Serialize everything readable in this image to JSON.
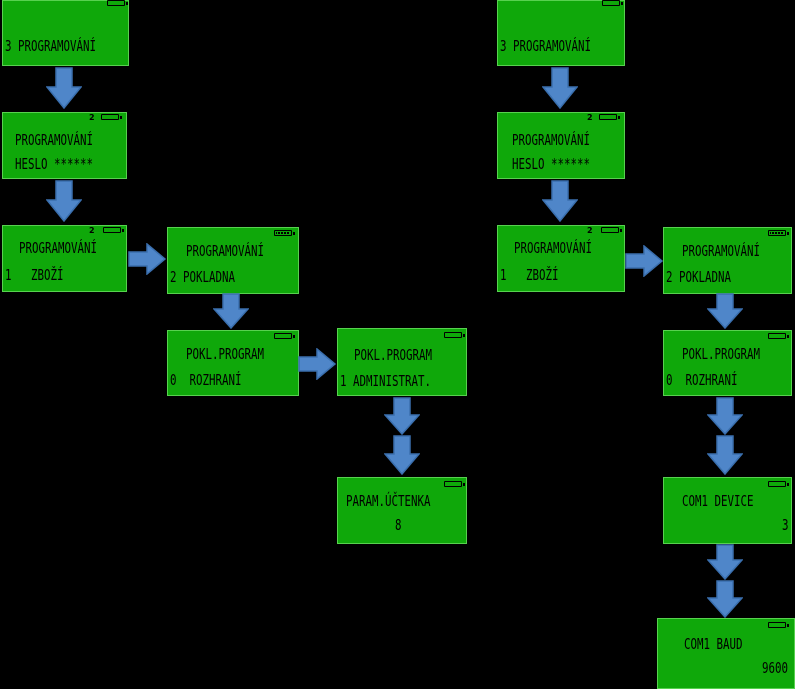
{
  "left": {
    "s1": {
      "l1": "",
      "l2": "3 PROGRAMOVÁNÍ"
    },
    "s2": {
      "l1": "PROGRAMOVÁNÍ",
      "l2": "HESLO ******"
    },
    "s3": {
      "l1": "PROGRAMOVÁNÍ",
      "l2": "1   ZBOŽÍ"
    },
    "s4": {
      "l1": "PROGRAMOVÁNÍ",
      "l2": "2 POKLADNA"
    },
    "s5": {
      "l1": "POKL.PROGRAM",
      "l2": "0  ROZHRANÍ"
    },
    "s6": {
      "l1": "POKL.PROGRAM",
      "l2": "1 ADMINISTRAT."
    },
    "s7": {
      "l1": "PARAM.ÚČTENKA",
      "l2": "8"
    }
  },
  "right": {
    "s1": {
      "l1": "",
      "l2": "3 PROGRAMOVÁNÍ"
    },
    "s2": {
      "l1": "PROGRAMOVÁNÍ",
      "l2": "HESLO ******"
    },
    "s3": {
      "l1": "PROGRAMOVÁNÍ",
      "l2": "1   ZBOŽÍ"
    },
    "s4": {
      "l1": "PROGRAMOVÁNÍ",
      "l2": "2 POKLADNA"
    },
    "s5": {
      "l1": "POKL.PROGRAM",
      "l2": "0  ROZHRANÍ"
    },
    "s6": {
      "l1": "COM1 DEVICE",
      "l2": "3"
    },
    "s7": {
      "l1": "COM1 BAUD",
      "l2": "9600"
    }
  },
  "colors": {
    "screen": "#0fa80a",
    "arrow": "#4f86c9",
    "background": "#000000"
  },
  "icons": {
    "battery": "battery-icon",
    "signal": "signal-icon",
    "arrow": "arrow-icon"
  }
}
